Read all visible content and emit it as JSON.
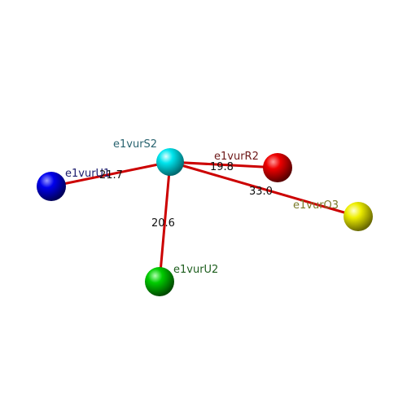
{
  "nodes": [
    {
      "id": "S2",
      "label": "e1vurS2",
      "color": "#00e5ee",
      "label_color": "#2a6470"
    },
    {
      "id": "U1",
      "label": "e1vurU1",
      "color": "#0000ee",
      "label_color": "#1c1c6e"
    },
    {
      "id": "R2",
      "label": "e1vurR2",
      "color": "#ee0000",
      "label_color": "#6e1a1a"
    },
    {
      "id": "O3",
      "label": "e1vurO3",
      "color": "#eeee00",
      "label_color": "#7a7a2a"
    },
    {
      "id": "U2",
      "label": "e1vurU2",
      "color": "#00cc00",
      "label_color": "#1f5f1f"
    }
  ],
  "edges": [
    {
      "from": "S2",
      "to": "U1",
      "label": "21.7"
    },
    {
      "from": "S2",
      "to": "R2",
      "label": "19.8"
    },
    {
      "from": "S2",
      "to": "O3",
      "label": "33.0"
    },
    {
      "from": "S2",
      "to": "U2",
      "label": "20.6"
    }
  ],
  "edge_color": "#cc0000"
}
